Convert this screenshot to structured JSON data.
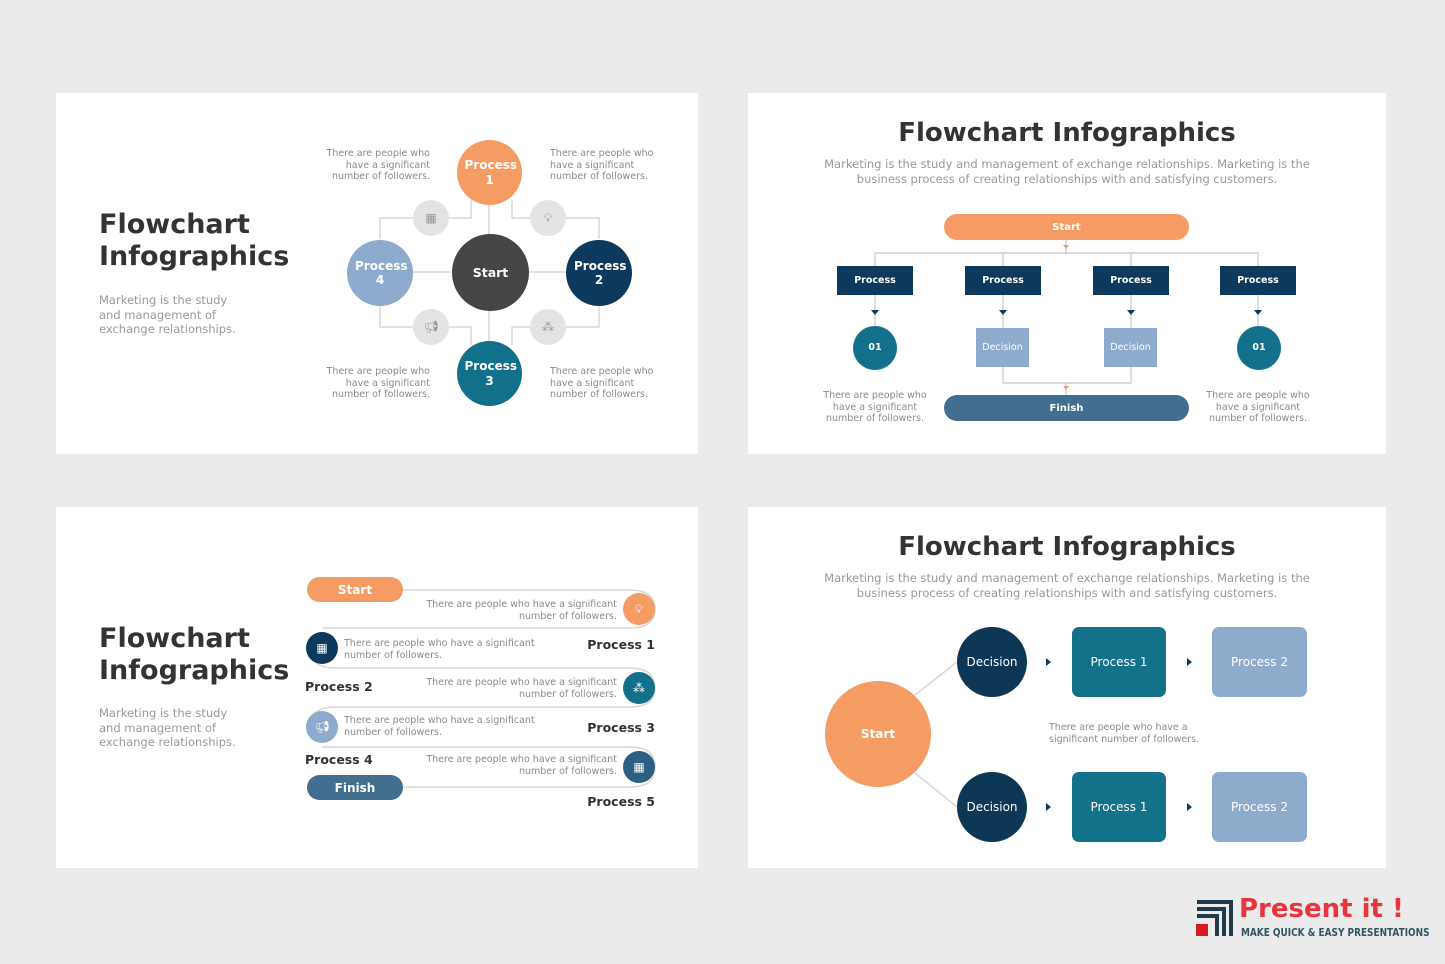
{
  "colors": {
    "orange": "#f59c65",
    "dark": "#454545",
    "navy": "#0d3a5c",
    "teal": "#12708a",
    "lightblue": "#8eaacd",
    "finish": "#426e90"
  },
  "desc_text": "There are people who have a significant number of followers.",
  "slide1": {
    "title": "Flowchart Infographics",
    "desc": "Marketing is the study and management of exchange relationships.",
    "start": "Start",
    "p1": "Process 1",
    "p2": "Process 2",
    "p3": "Process 3",
    "p4": "Process 4",
    "notes": [
      "There are people who have a significant number of followers.",
      "There are people who have a significant number of followers.",
      "There are people who have a significant number of followers.",
      "There are people who have a significant number of followers."
    ]
  },
  "slide2": {
    "title": "Flowchart Infographics",
    "subtitle": "Marketing is the study and management of exchange relationships. Marketing is the business process of creating relationships with and satisfying customers.",
    "start": "Start",
    "processes": [
      "Process",
      "Process",
      "Process",
      "Process"
    ],
    "left_num": "01",
    "right_num": "01",
    "decisions": [
      "Decision",
      "Decision"
    ],
    "finish": "Finish",
    "note_left": "There are people who have a significant number of followers.",
    "note_right": "There are people who have a significant number of followers."
  },
  "slide3": {
    "title": "Flowchart Infographics",
    "desc": "Marketing is the study and management of exchange relationships.",
    "start": "Start",
    "finish": "Finish",
    "steps": [
      {
        "label": "Process 1",
        "text": "There are people who have a significant number of followers."
      },
      {
        "label": "Process 2",
        "text": "There are people who have a significant number of followers."
      },
      {
        "label": "Process 3",
        "text": "There are people who have a significant number of followers."
      },
      {
        "label": "Process 4",
        "text": "There are people who have a significant number of followers."
      },
      {
        "label": "Process 5",
        "text": "There are people who have a significant number of followers."
      }
    ]
  },
  "slide4": {
    "title": "Flowchart Infographics",
    "subtitle": "Marketing is the study and management of exchange relationships. Marketing is the business process of creating relationships with and satisfying customers.",
    "start": "Start",
    "top": {
      "decision": "Decision",
      "p1": "Process 1",
      "p2": "Process 2"
    },
    "bottom": {
      "decision": "Decision",
      "p1": "Process 1",
      "p2": "Process 2"
    },
    "note": "There are people who have a significant number of followers."
  },
  "logo": {
    "name": "Present it !",
    "tagline": "MAKE QUICK & EASY PRESENTATIONS"
  }
}
